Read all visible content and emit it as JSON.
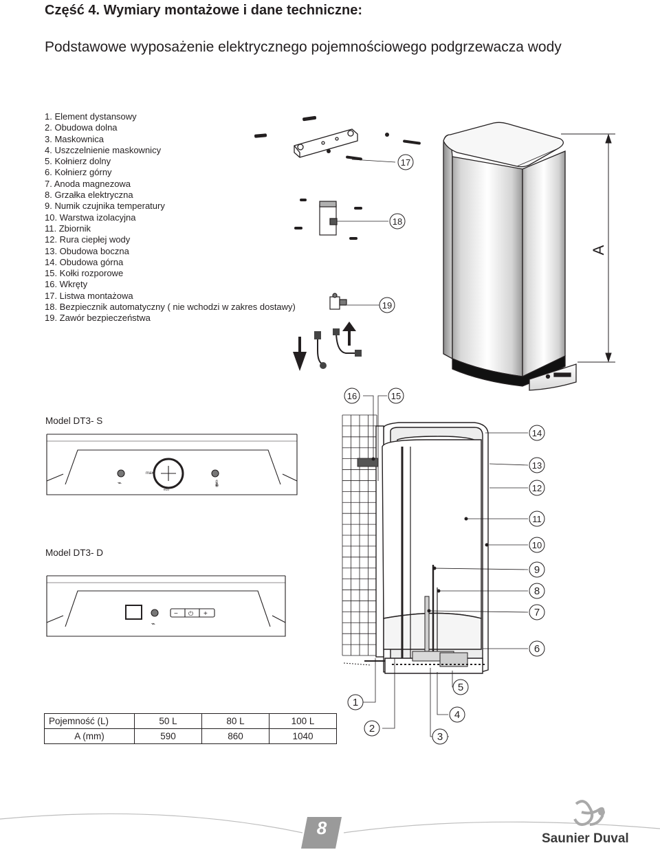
{
  "heading": "Część 4. Wymiary montażowe i dane techniczne:",
  "subheading": "Podstawowe wyposażenie elektrycznego pojemnościowego podgrzewacza wody",
  "parts": [
    "1. Element dystansowy",
    "2. Obudowa dolna",
    "3. Maskownica",
    "4. Uszczelnienie maskownicy",
    "5. Kołnierz dolny",
    "6. Kołnierz górny",
    "7. Anoda magnezowa",
    "8. Grzałka elektryczna",
    "9. Numik czujnika temperatury",
    "10. Warstwa izolacyjna",
    "11. Zbiornik",
    "12. Rura ciepłej wody",
    "13. Obudowa boczna",
    "14. Obudowa górna",
    "15. Kołki rozporowe",
    "16. Wkręty",
    "17. Listwa montażowa",
    "18. Bezpiecznik automatyczny ( nie wchodzi w zakres dostawy)",
    "19. Zawór bezpieczeństwa"
  ],
  "callouts": [
    "1",
    "2",
    "3",
    "4",
    "5",
    "6",
    "7",
    "8",
    "9",
    "10",
    "11",
    "12",
    "13",
    "14",
    "15",
    "16",
    "17",
    "18",
    "19"
  ],
  "dimension_label": "A",
  "models": {
    "s": {
      "label": "Model DT3- S",
      "knob_min": "max",
      "knob_max": "eco"
    },
    "d": {
      "label": "Model DT3- D",
      "btn_minus": "−",
      "btn_power": "⏻",
      "btn_plus": "+"
    }
  },
  "table": {
    "header": [
      "Pojemność (L)",
      "50 L",
      "80 L",
      "100 L"
    ],
    "row": [
      "A (mm)",
      "590",
      "860",
      "1040"
    ]
  },
  "page_number": "8",
  "brand": "Saunier Duval"
}
